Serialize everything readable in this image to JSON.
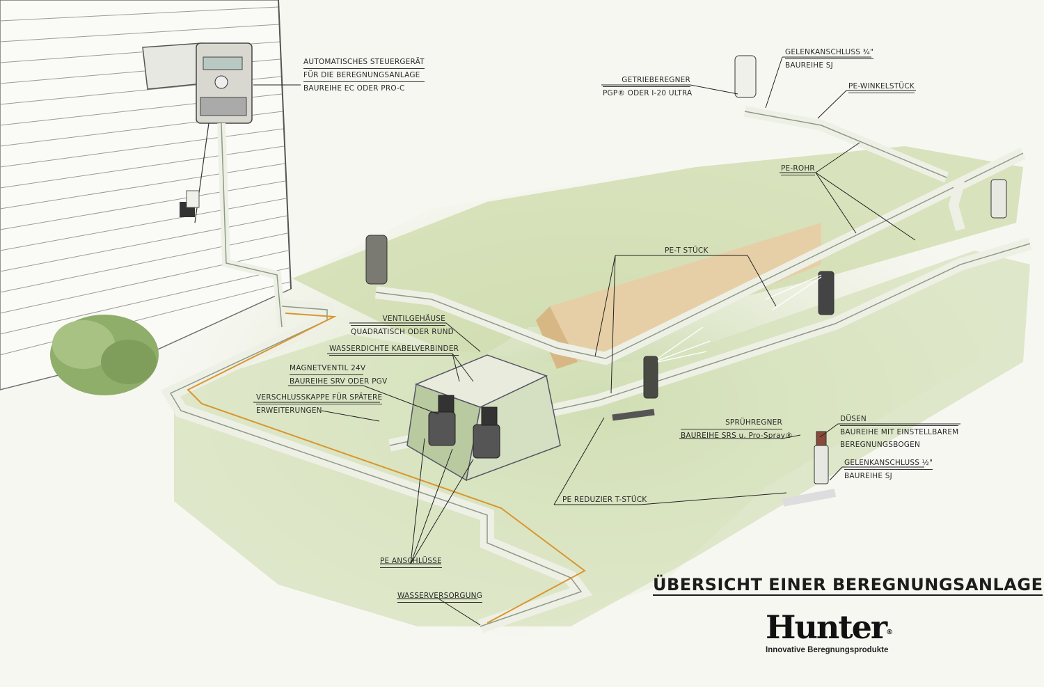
{
  "colors": {
    "grass": "#c9d9a8",
    "pipe": "#eef0e6",
    "pipe_stroke": "#8c9a86",
    "dirt": "#e3c79a",
    "wall": "#fafaf6",
    "ink": "#2a2a2a"
  },
  "labels": {
    "controller": [
      "AUTOMATISCHES STEUERGERÄT",
      "FÜR DIE BEREGNUNGSANLAGE",
      "BAUREIHE EC ODER PRO-C"
    ],
    "rotor": [
      "GETRIEBEREGNER",
      "PGP® ODER I-20 ULTRA"
    ],
    "swing_joint_34": [
      "GELENKANSCHLUSS ¾\"",
      "BAUREIHE SJ"
    ],
    "pe_elbow": "PE-WINKELSTÜCK",
    "pe_pipe": "PE-ROHR",
    "pe_tee": "PE-T STÜCK",
    "valve_box": [
      "VENTILGEHÄUSE",
      "QUADRATISCH ODER RUND"
    ],
    "wire_connectors": "WASSERDICHTE KABELVERBINDER",
    "solenoid_valve": [
      "MAGNETVENTIL 24V",
      "BAUREIHE SRV ODER PGV"
    ],
    "end_cap": [
      "VERSCHLUSSKAPPE FÜR SPÄTERE",
      "ERWEITERUNGEN"
    ],
    "spray_head": [
      "SPRÜHREGNER",
      "BAUREIHE SRS u. Pro-Spray®"
    ],
    "nozzles": [
      "DÜSEN",
      "BAUREIHE MIT EINSTELLBAREM",
      "BEREGNUNGSBOGEN"
    ],
    "swing_joint_12": [
      "GELENKANSCHLUSS ½\"",
      "BAUREIHE SJ"
    ],
    "reducer_tee": "PE REDUZIER T-STÜCK",
    "pe_fittings": "PE ANSCHLÜSSE",
    "water_supply": "WASSERVERSORGUNG"
  },
  "title": "ÜBERSICHT EINER BEREGNUNGSANLAGE",
  "brand": {
    "name": "Hunter",
    "mark": "®",
    "tagline": "Innovative Beregnungsprodukte"
  }
}
